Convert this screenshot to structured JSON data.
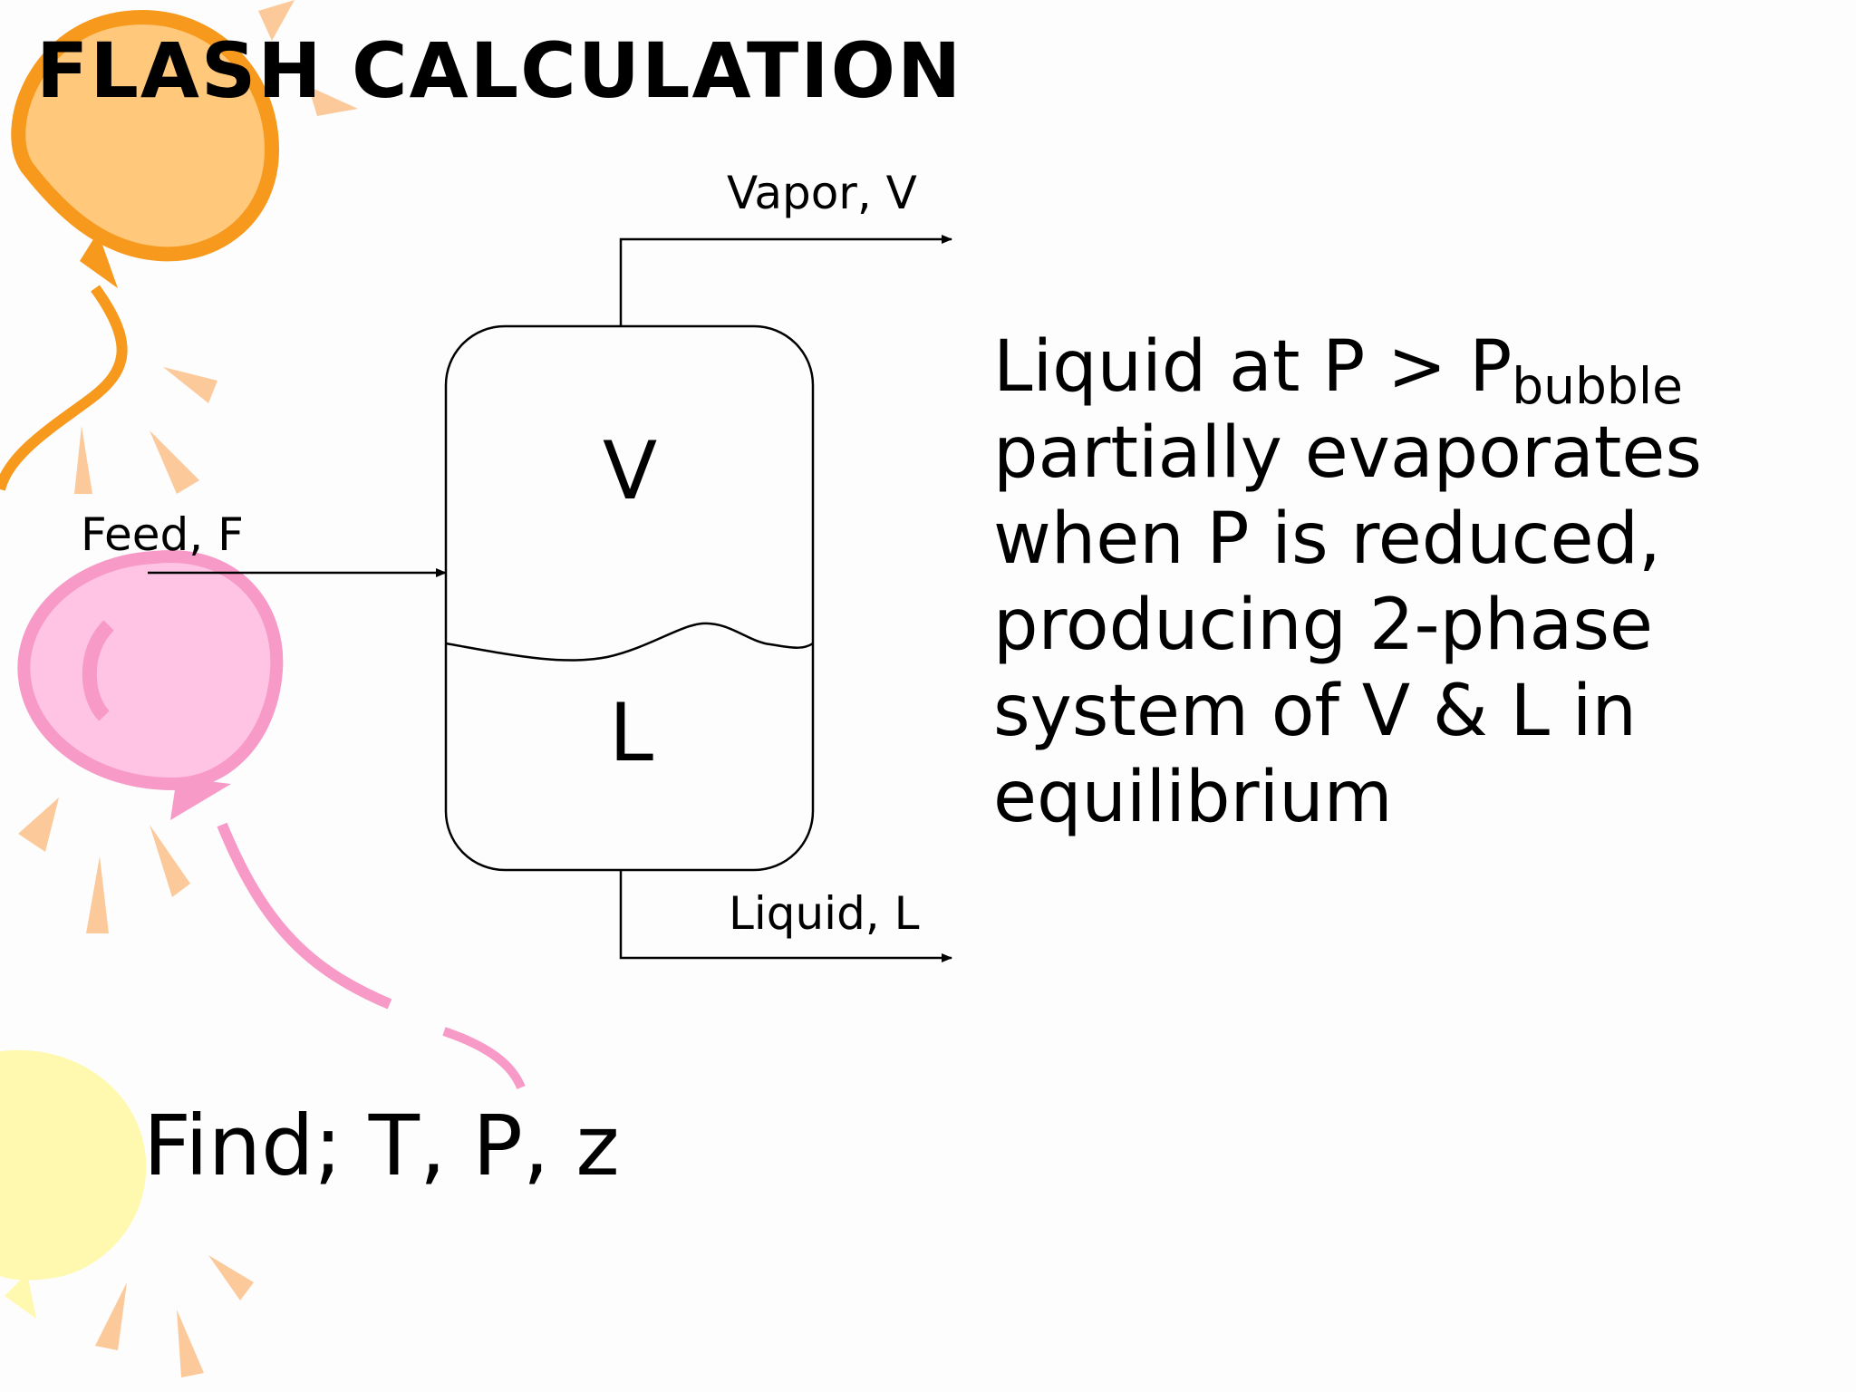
{
  "slide": {
    "title": "FLASH CALCULATION",
    "background_color": "#fdfdfd"
  },
  "diagram": {
    "vapor_stream_label": "Vapor, V",
    "feed_stream_label": "Feed, F",
    "liquid_stream_label": "Liquid, L",
    "vapor_phase_label": "V",
    "liquid_phase_label": "L"
  },
  "description": {
    "line1_text": "Liquid at P > P",
    "line1_subscript": "bubble",
    "line2": "partially evaporates",
    "line3": "when P is reduced,",
    "line4": "producing 2-phase",
    "line5": "system of V & L in",
    "line6": "equilibrium"
  },
  "task": {
    "find_text": "Find; T, P, z"
  },
  "decoration": {
    "balloon_colors": {
      "orange": "#ffc87a",
      "orange_outline": "#f7991c",
      "pink": "#ffc4e4",
      "pink_outline": "#f79ac8",
      "yellow": "#fff9b0",
      "ray": "#fbc99a"
    }
  }
}
